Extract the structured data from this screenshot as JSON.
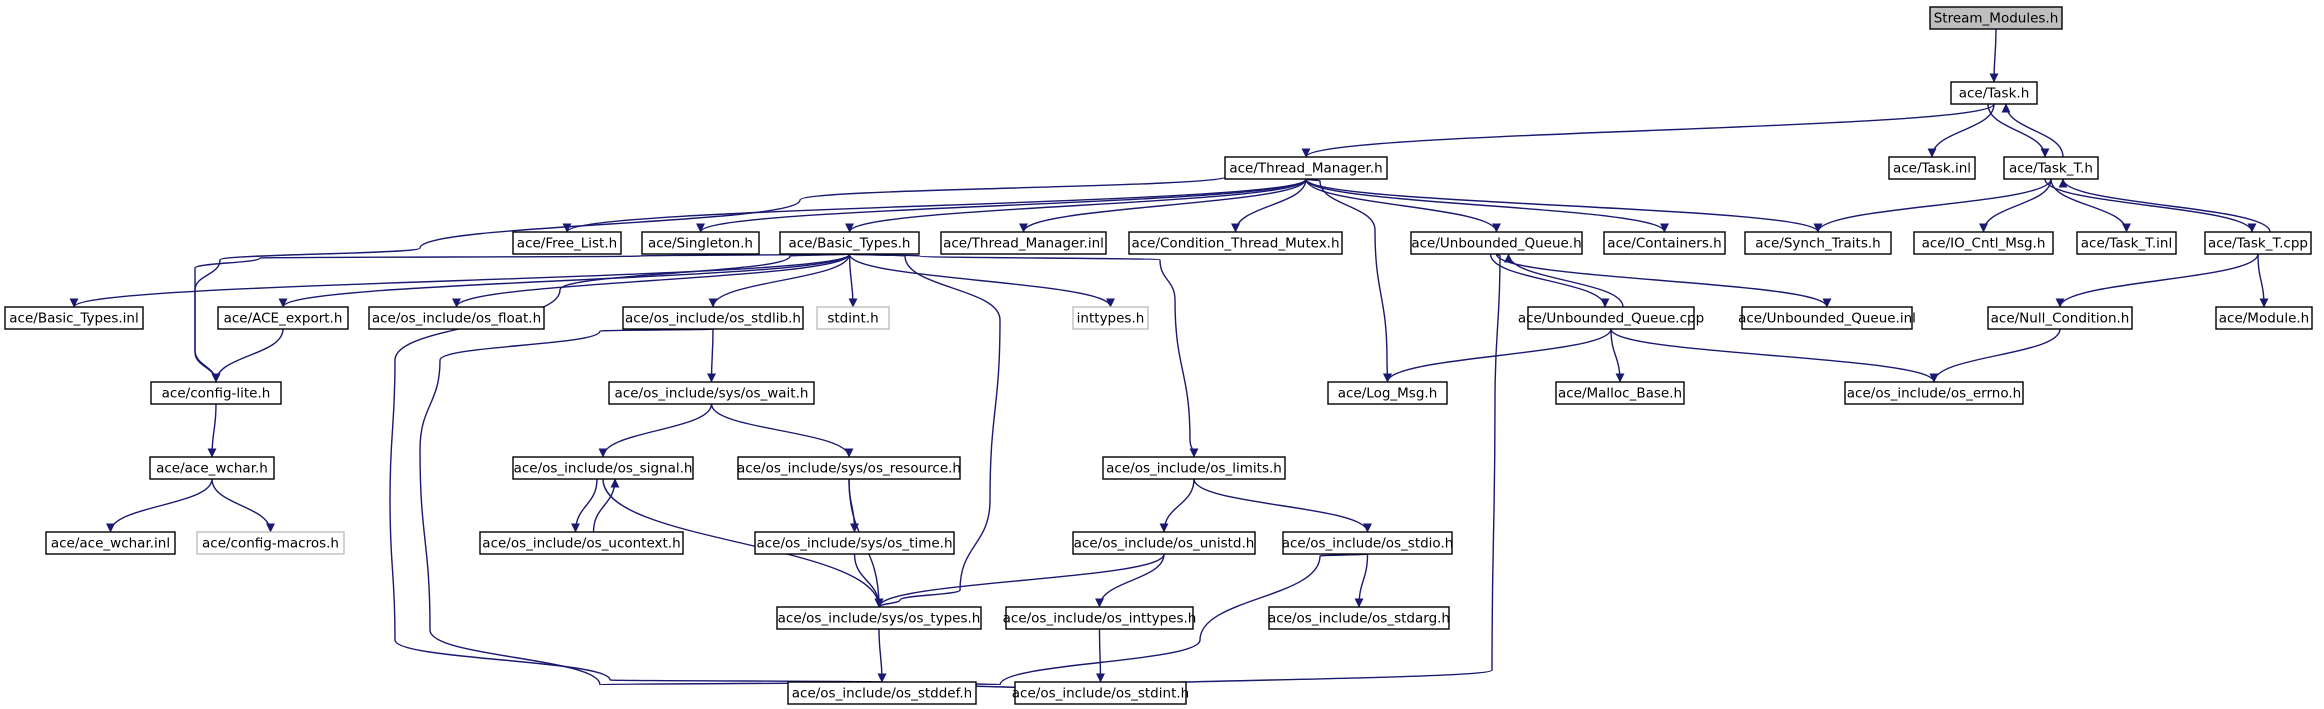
{
  "nodes": [
    {
      "id": "n0",
      "label": "Stream_Modules.h",
      "style": "root"
    },
    {
      "id": "n1",
      "label": "ace/Task.h",
      "style": "normal"
    },
    {
      "id": "n2",
      "label": "ace/Thread_Manager.h",
      "style": "normal"
    },
    {
      "id": "n3",
      "label": "ace/Task.inl",
      "style": "normal"
    },
    {
      "id": "n4",
      "label": "ace/Task_T.h",
      "style": "normal"
    },
    {
      "id": "n5",
      "label": "ace/Free_List.h",
      "style": "normal"
    },
    {
      "id": "n6",
      "label": "ace/Singleton.h",
      "style": "normal"
    },
    {
      "id": "n7",
      "label": "ace/Basic_Types.h",
      "style": "normal"
    },
    {
      "id": "n8",
      "label": "ace/Thread_Manager.inl",
      "style": "normal"
    },
    {
      "id": "n9",
      "label": "ace/Condition_Thread_Mutex.h",
      "style": "normal"
    },
    {
      "id": "n10",
      "label": "ace/Unbounded_Queue.h",
      "style": "normal"
    },
    {
      "id": "n11",
      "label": "ace/Containers.h",
      "style": "normal"
    },
    {
      "id": "n12",
      "label": "ace/Synch_Traits.h",
      "style": "normal"
    },
    {
      "id": "n13",
      "label": "ace/IO_Cntl_Msg.h",
      "style": "normal"
    },
    {
      "id": "n14",
      "label": "ace/Task_T.inl",
      "style": "normal"
    },
    {
      "id": "n15",
      "label": "ace/Task_T.cpp",
      "style": "normal"
    },
    {
      "id": "n16",
      "label": "ace/Basic_Types.inl",
      "style": "normal"
    },
    {
      "id": "n17",
      "label": "ace/ACE_export.h",
      "style": "normal"
    },
    {
      "id": "n18",
      "label": "ace/os_include/os_float.h",
      "style": "normal"
    },
    {
      "id": "n19",
      "label": "ace/os_include/os_stdlib.h",
      "style": "normal"
    },
    {
      "id": "n20",
      "label": "stdint.h",
      "style": "missing"
    },
    {
      "id": "n21",
      "label": "inttypes.h",
      "style": "missing"
    },
    {
      "id": "n22",
      "label": "ace/Unbounded_Queue.cpp",
      "style": "normal"
    },
    {
      "id": "n23",
      "label": "ace/Unbounded_Queue.inl",
      "style": "normal"
    },
    {
      "id": "n24",
      "label": "ace/Null_Condition.h",
      "style": "normal"
    },
    {
      "id": "n25",
      "label": "ace/Module.h",
      "style": "normal"
    },
    {
      "id": "n26",
      "label": "ace/config-lite.h",
      "style": "normal"
    },
    {
      "id": "n27",
      "label": "ace/os_include/sys/os_wait.h",
      "style": "normal"
    },
    {
      "id": "n28",
      "label": "ace/Log_Msg.h",
      "style": "normal"
    },
    {
      "id": "n29",
      "label": "ace/Malloc_Base.h",
      "style": "normal"
    },
    {
      "id": "n30",
      "label": "ace/os_include/os_errno.h",
      "style": "normal"
    },
    {
      "id": "n31",
      "label": "ace/ace_wchar.h",
      "style": "normal"
    },
    {
      "id": "n32",
      "label": "ace/os_include/os_signal.h",
      "style": "normal"
    },
    {
      "id": "n33",
      "label": "ace/os_include/sys/os_resource.h",
      "style": "normal"
    },
    {
      "id": "n34",
      "label": "ace/os_include/os_limits.h",
      "style": "normal"
    },
    {
      "id": "n35",
      "label": "ace/ace_wchar.inl",
      "style": "normal"
    },
    {
      "id": "n36",
      "label": "ace/config-macros.h",
      "style": "missing"
    },
    {
      "id": "n37",
      "label": "ace/os_include/os_ucontext.h",
      "style": "normal"
    },
    {
      "id": "n38",
      "label": "ace/os_include/sys/os_time.h",
      "style": "normal"
    },
    {
      "id": "n39",
      "label": "ace/os_include/os_unistd.h",
      "style": "normal"
    },
    {
      "id": "n40",
      "label": "ace/os_include/os_stdio.h",
      "style": "normal"
    },
    {
      "id": "n41",
      "label": "ace/os_include/sys/os_types.h",
      "style": "normal"
    },
    {
      "id": "n42",
      "label": "ace/os_include/os_inttypes.h",
      "style": "normal"
    },
    {
      "id": "n43",
      "label": "ace/os_include/os_stdarg.h",
      "style": "normal"
    },
    {
      "id": "n44",
      "label": "ace/os_include/os_stddef.h",
      "style": "normal"
    },
    {
      "id": "n45",
      "label": "ace/os_include/os_stdint.h",
      "style": "normal"
    }
  ],
  "edges": [
    [
      "n0",
      "n1"
    ],
    [
      "n1",
      "n2"
    ],
    [
      "n1",
      "n3"
    ],
    [
      "n1",
      "n4"
    ],
    [
      "n4",
      "n1"
    ],
    [
      "n2",
      "n5"
    ],
    [
      "n2",
      "n6"
    ],
    [
      "n2",
      "n7"
    ],
    [
      "n2",
      "n8"
    ],
    [
      "n2",
      "n9"
    ],
    [
      "n2",
      "n10"
    ],
    [
      "n2",
      "n11"
    ],
    [
      "n2",
      "n12"
    ],
    [
      "n2",
      "n28"
    ],
    [
      "n2",
      "n26"
    ],
    [
      "n4",
      "n12"
    ],
    [
      "n4",
      "n13"
    ],
    [
      "n4",
      "n14"
    ],
    [
      "n4",
      "n15"
    ],
    [
      "n15",
      "n4"
    ],
    [
      "n15",
      "n24"
    ],
    [
      "n15",
      "n25"
    ],
    [
      "n7",
      "n16"
    ],
    [
      "n7",
      "n17"
    ],
    [
      "n7",
      "n18"
    ],
    [
      "n7",
      "n19"
    ],
    [
      "n7",
      "n20"
    ],
    [
      "n7",
      "n21"
    ],
    [
      "n7",
      "n26"
    ],
    [
      "n7",
      "n34"
    ],
    [
      "n7",
      "n41"
    ],
    [
      "n7",
      "n44"
    ],
    [
      "n17",
      "n26"
    ],
    [
      "n26",
      "n31"
    ],
    [
      "n31",
      "n35"
    ],
    [
      "n31",
      "n36"
    ],
    [
      "n19",
      "n27"
    ],
    [
      "n19",
      "n44"
    ],
    [
      "n27",
      "n32"
    ],
    [
      "n27",
      "n33"
    ],
    [
      "n32",
      "n37"
    ],
    [
      "n37",
      "n32"
    ],
    [
      "n32",
      "n41"
    ],
    [
      "n33",
      "n38"
    ],
    [
      "n33",
      "n41"
    ],
    [
      "n38",
      "n41"
    ],
    [
      "n34",
      "n39"
    ],
    [
      "n34",
      "n40"
    ],
    [
      "n39",
      "n41"
    ],
    [
      "n39",
      "n42"
    ],
    [
      "n42",
      "n45"
    ],
    [
      "n40",
      "n43"
    ],
    [
      "n40",
      "n44"
    ],
    [
      "n41",
      "n44"
    ],
    [
      "n10",
      "n22"
    ],
    [
      "n22",
      "n10"
    ],
    [
      "n10",
      "n23"
    ],
    [
      "n10",
      "n44"
    ],
    [
      "n22",
      "n28"
    ],
    [
      "n22",
      "n29"
    ],
    [
      "n22",
      "n30"
    ],
    [
      "n24",
      "n30"
    ]
  ]
}
